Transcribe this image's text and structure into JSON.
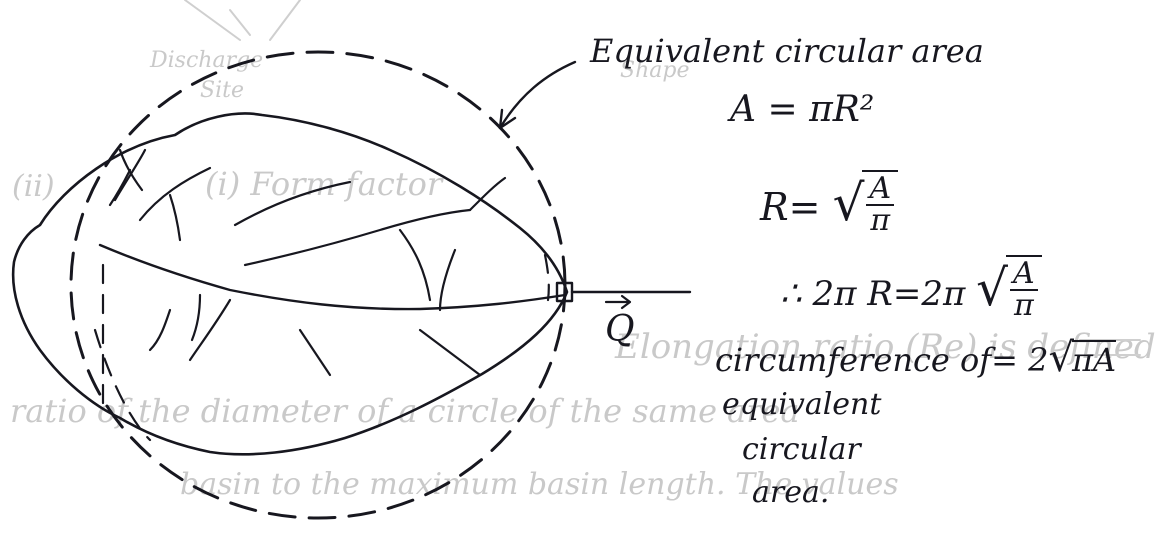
{
  "label_equivalent_area": "Equivalent circular area",
  "flow_symbol": "Q",
  "eq1": {
    "lhs": "A",
    "op": "=",
    "rhs": "πR²"
  },
  "eq2": {
    "lhs": "R",
    "op": "=",
    "num": "A",
    "den": "π"
  },
  "eq3": {
    "prefix": "∴ 2π R",
    "op": "=",
    "coef": "2π",
    "num": "A",
    "den": "π"
  },
  "eq4": {
    "lhs": "circumference of",
    "op": "=",
    "coef": "2",
    "rad": "πA"
  },
  "eq4_cont": [
    "equivalent",
    "circular",
    "area."
  ],
  "background_text": {
    "line1": "Elongation ratio (Re) is defined",
    "line2": "ratio of the diameter of a circle of the same area",
    "line3": "basin to the maximum basin length. The values",
    "misc1": "Discharge",
    "misc2": "Site",
    "misc3": "(i) Form factor",
    "misc4": "(ii)",
    "misc5": "Shape"
  }
}
